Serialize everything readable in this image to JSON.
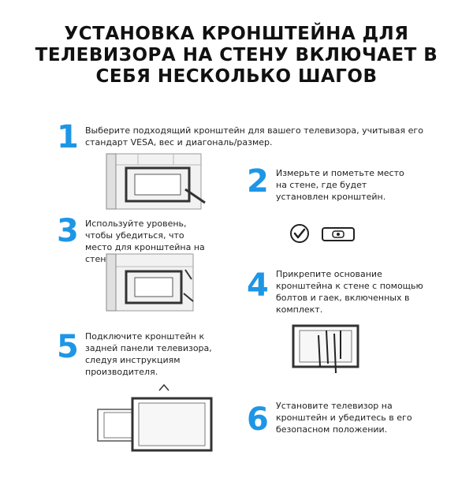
{
  "title": "УСТАНОВКА КРОНШТЕЙНА ДЛЯ ТЕЛЕВИЗОРА НА СТЕНУ ВКЛЮЧАЕТ В СЕБЯ НЕСКОЛЬКО ШАГОВ",
  "accent_color": "#1e96e6",
  "steps": [
    {
      "number": "1",
      "text": "Выберите подходящий кронштейн для вашего телевизора, учитывая его стандарт VESA, вес и диагональ/размер."
    },
    {
      "number": "2",
      "text": "Измерьте и пометьте место на стене, где будет установлен кронштейн."
    },
    {
      "number": "3",
      "text": "Используйте уровень, чтобы убедиться, что место для кронштейна на стене ровное."
    },
    {
      "number": "4",
      "text": "Прикрепите основание кронштейна к стене с помощью болтов и гаек, включенных в комплект."
    },
    {
      "number": "5",
      "text": "Подключите кронштейн к задней панели телевизора, следуя инструкциям производителя."
    },
    {
      "number": "6",
      "text": "Установите телевизор на кронштейн и убедитесь в его безопасном положении."
    }
  ],
  "icons": [
    "wall-bracket-drawing-icon",
    "checkmark-circle-icon",
    "spirit-level-icon",
    "tv-on-wall-icon",
    "tv-mount-icon"
  ]
}
